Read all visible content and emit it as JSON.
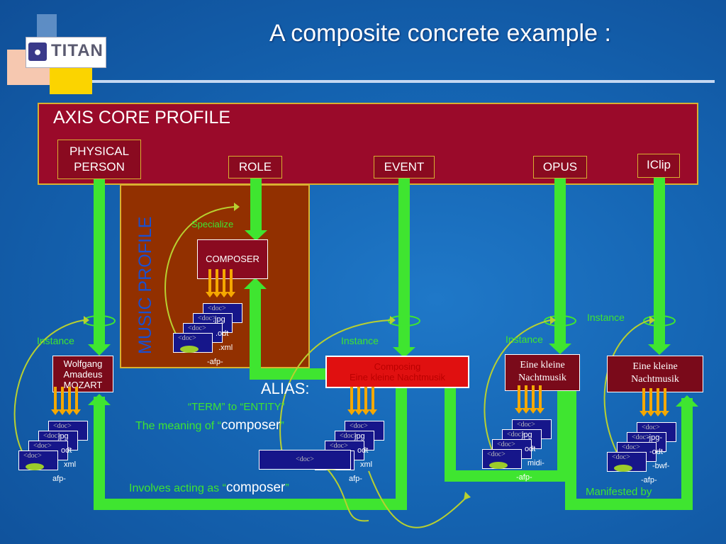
{
  "slide_title": "A composite concrete example :",
  "logo_text": "TITAN",
  "axis_core_profile": {
    "label": "AXIS CORE PROFILE",
    "tags": {
      "physical_person": "PHYSICAL PERSON",
      "role": "ROLE",
      "event": "EVENT",
      "opus": "OPUS",
      "iclip": "IClip"
    }
  },
  "music_profile": {
    "label": "MUSIC PROFILE",
    "specialize": "Specialize",
    "composer": "COMPOSER"
  },
  "entities": {
    "mozart": "Wolfgang Amadeus MOZART",
    "composing": "Composing",
    "composing_sub": "Eine kleine Nachtmusik",
    "opus_entity": "Eine kleine Nachtmusik",
    "iclip_entity": "Eine kleine Nachtmusik"
  },
  "instance_label": "Instance",
  "alias": {
    "label": "ALIAS:",
    "term_to_entity": "“TERM” to “ENTITY”",
    "meaning_prefix": "The meaning of ",
    "meaning_term": "composer",
    "involves_prefix": "Involves acting as ",
    "involves_term": "composer"
  },
  "manifested_by": "Manifested by",
  "doc_tag": "<doc>",
  "file_labels": {
    "music": [
      ".jpg",
      ".odt",
      ".xml",
      "-afp-"
    ],
    "mozart": [
      "jpg",
      "odt",
      "xml",
      "afp-"
    ],
    "composing": [
      "jpg",
      "odt",
      "xml",
      "afp-"
    ],
    "opus": [
      "jpg",
      "odt",
      "midi-",
      "-afp-"
    ],
    "iclip": [
      "-jpg-",
      "-odt-",
      "-bwf-",
      "-afp-"
    ]
  },
  "colors": {
    "green": "#3fe530",
    "orange": "#f5a800",
    "crimson": "#9a0a2a",
    "brown": "#923000",
    "navy": "#16168a"
  }
}
